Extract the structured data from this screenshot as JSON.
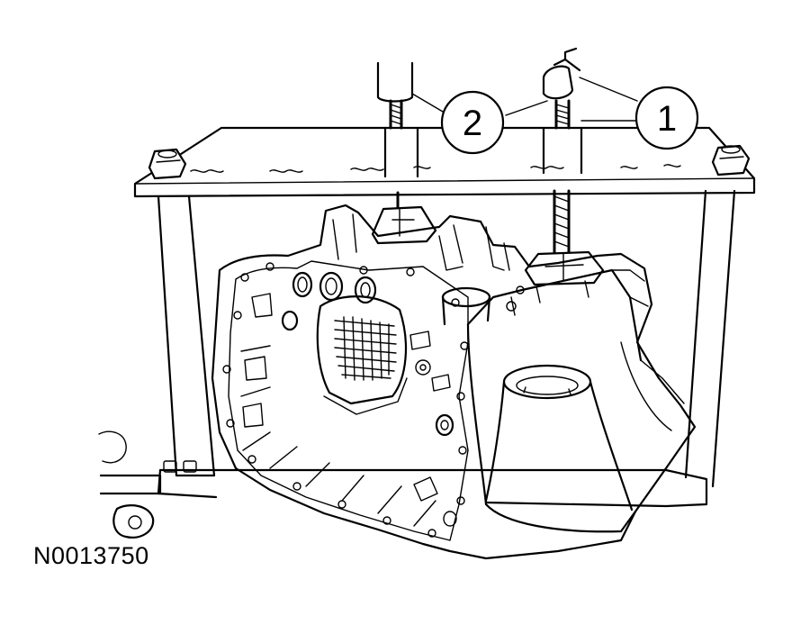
{
  "figure": {
    "id": "N0013750",
    "callouts": [
      {
        "number": "1"
      },
      {
        "number": "2"
      }
    ],
    "colors": {
      "line": "#000000",
      "background": "#ffffff"
    }
  }
}
